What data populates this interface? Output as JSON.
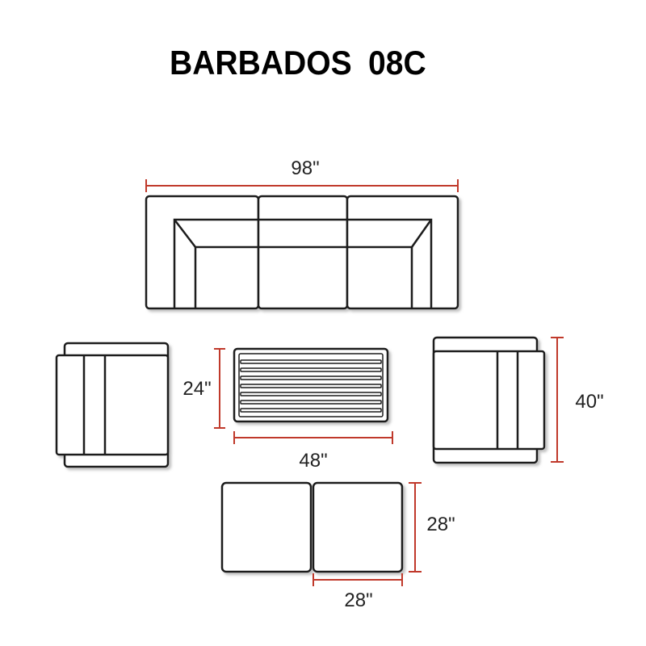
{
  "title": {
    "name": "BARBADOS",
    "code": "08C"
  },
  "colors": {
    "outline": "#1a1a1a",
    "dimension_line": "#c0392b",
    "shadow": "#d8d8d8"
  },
  "dimensions": {
    "sofa_width": "98\"",
    "table_depth": "24\"",
    "table_width": "48\"",
    "chair_depth": "40\"",
    "ottoman_depth": "28\"",
    "ottoman_width": "28\""
  }
}
